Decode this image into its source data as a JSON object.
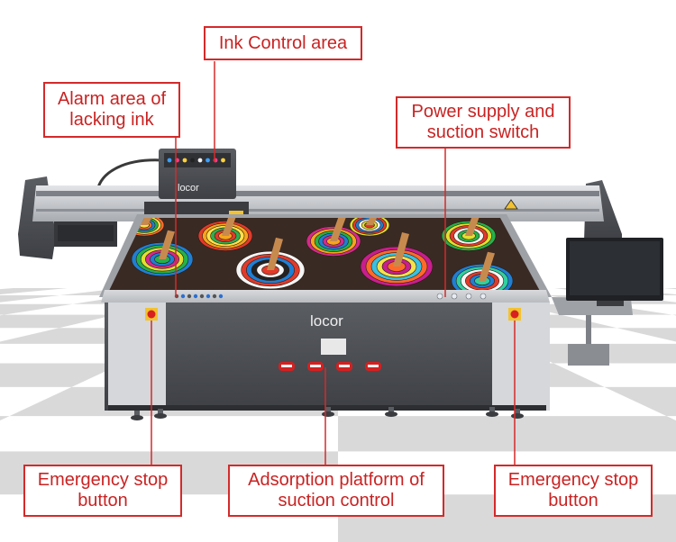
{
  "callouts": {
    "ink_control": {
      "lines": [
        "Ink Control area"
      ]
    },
    "alarm_ink": {
      "lines": [
        "Alarm area of",
        "lacking ink"
      ]
    },
    "power_suction": {
      "lines": [
        "Power supply and",
        "suction switch"
      ]
    },
    "emergency_left": {
      "lines": [
        "Emergency stop",
        "button"
      ]
    },
    "adsorption": {
      "lines": [
        "Adsorption platform of",
        "suction control"
      ]
    },
    "emergency_right": {
      "lines": [
        "Emergency stop",
        "button"
      ]
    }
  },
  "brand": {
    "name": "locor"
  },
  "colors": {
    "callout_border": "#d42a2a",
    "callout_text": "#c92323",
    "machine_dark": "#4a4d52",
    "machine_light": "#c9ccd0",
    "floor_dark": "#d9d9d9",
    "floor_light": "#ffffff"
  }
}
